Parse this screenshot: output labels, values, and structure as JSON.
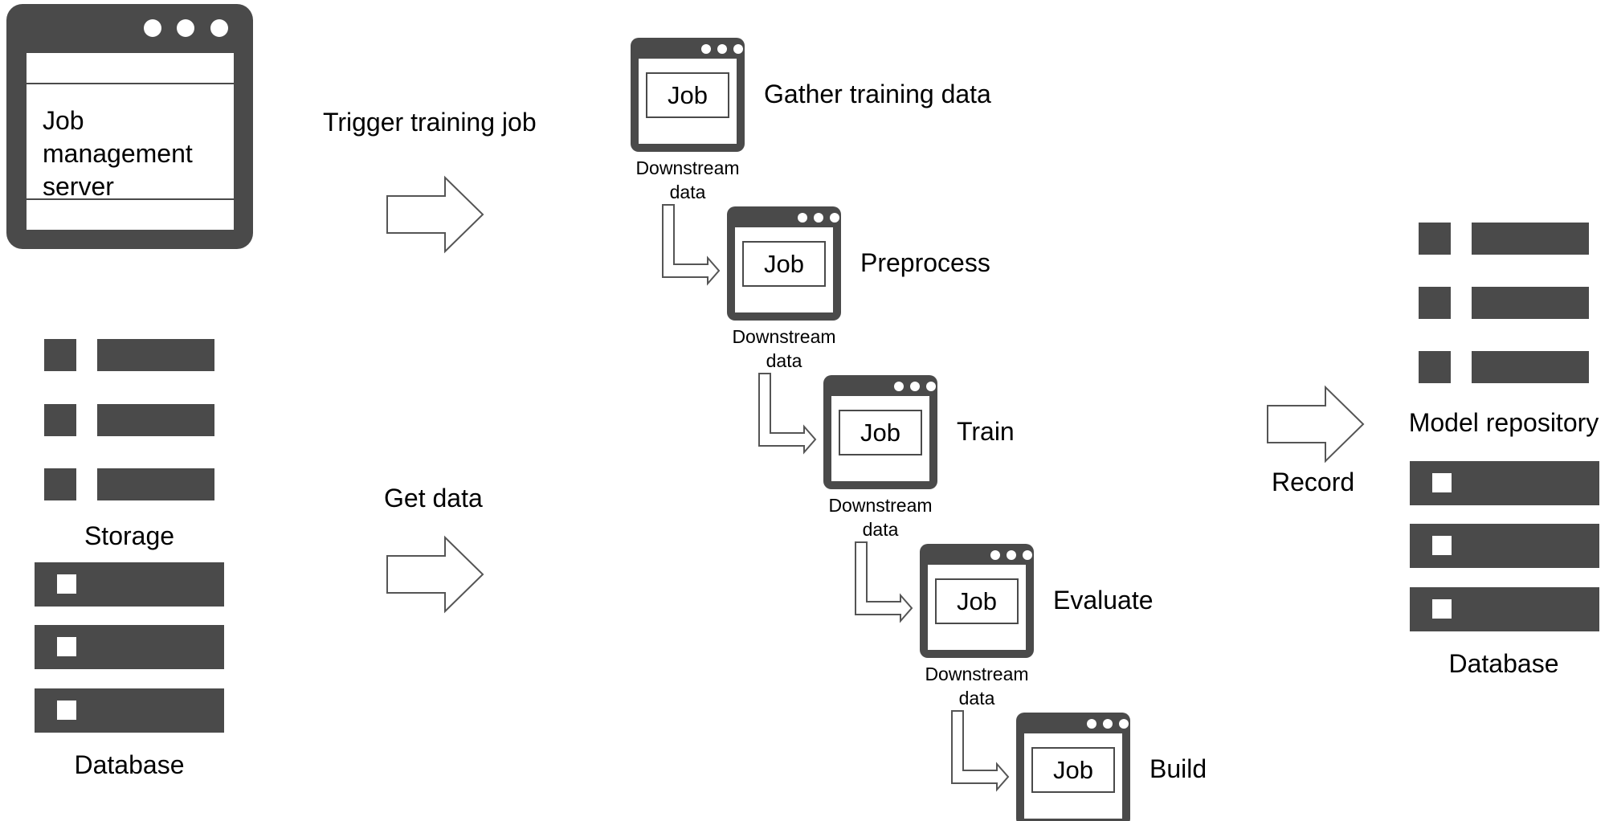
{
  "server": {
    "title": "Job\nmanagement\nserver"
  },
  "left": {
    "storage_label": "Storage",
    "database_label": "Database"
  },
  "arrows": {
    "trigger_label": "Trigger training job",
    "get_data_label": "Get data",
    "record_label": "Record"
  },
  "pipeline": {
    "job_label": "Job",
    "downstream_label": "Downstream\ndata",
    "steps": [
      {
        "name": "Gather training data"
      },
      {
        "name": "Preprocess"
      },
      {
        "name": "Train"
      },
      {
        "name": "Evaluate"
      },
      {
        "name": "Build"
      }
    ]
  },
  "right": {
    "model_repo_label": "Model repository",
    "database_label": "Database"
  },
  "colors": {
    "dark": "#4a4a4a",
    "outline": "#555555",
    "background": "#ffffff"
  }
}
